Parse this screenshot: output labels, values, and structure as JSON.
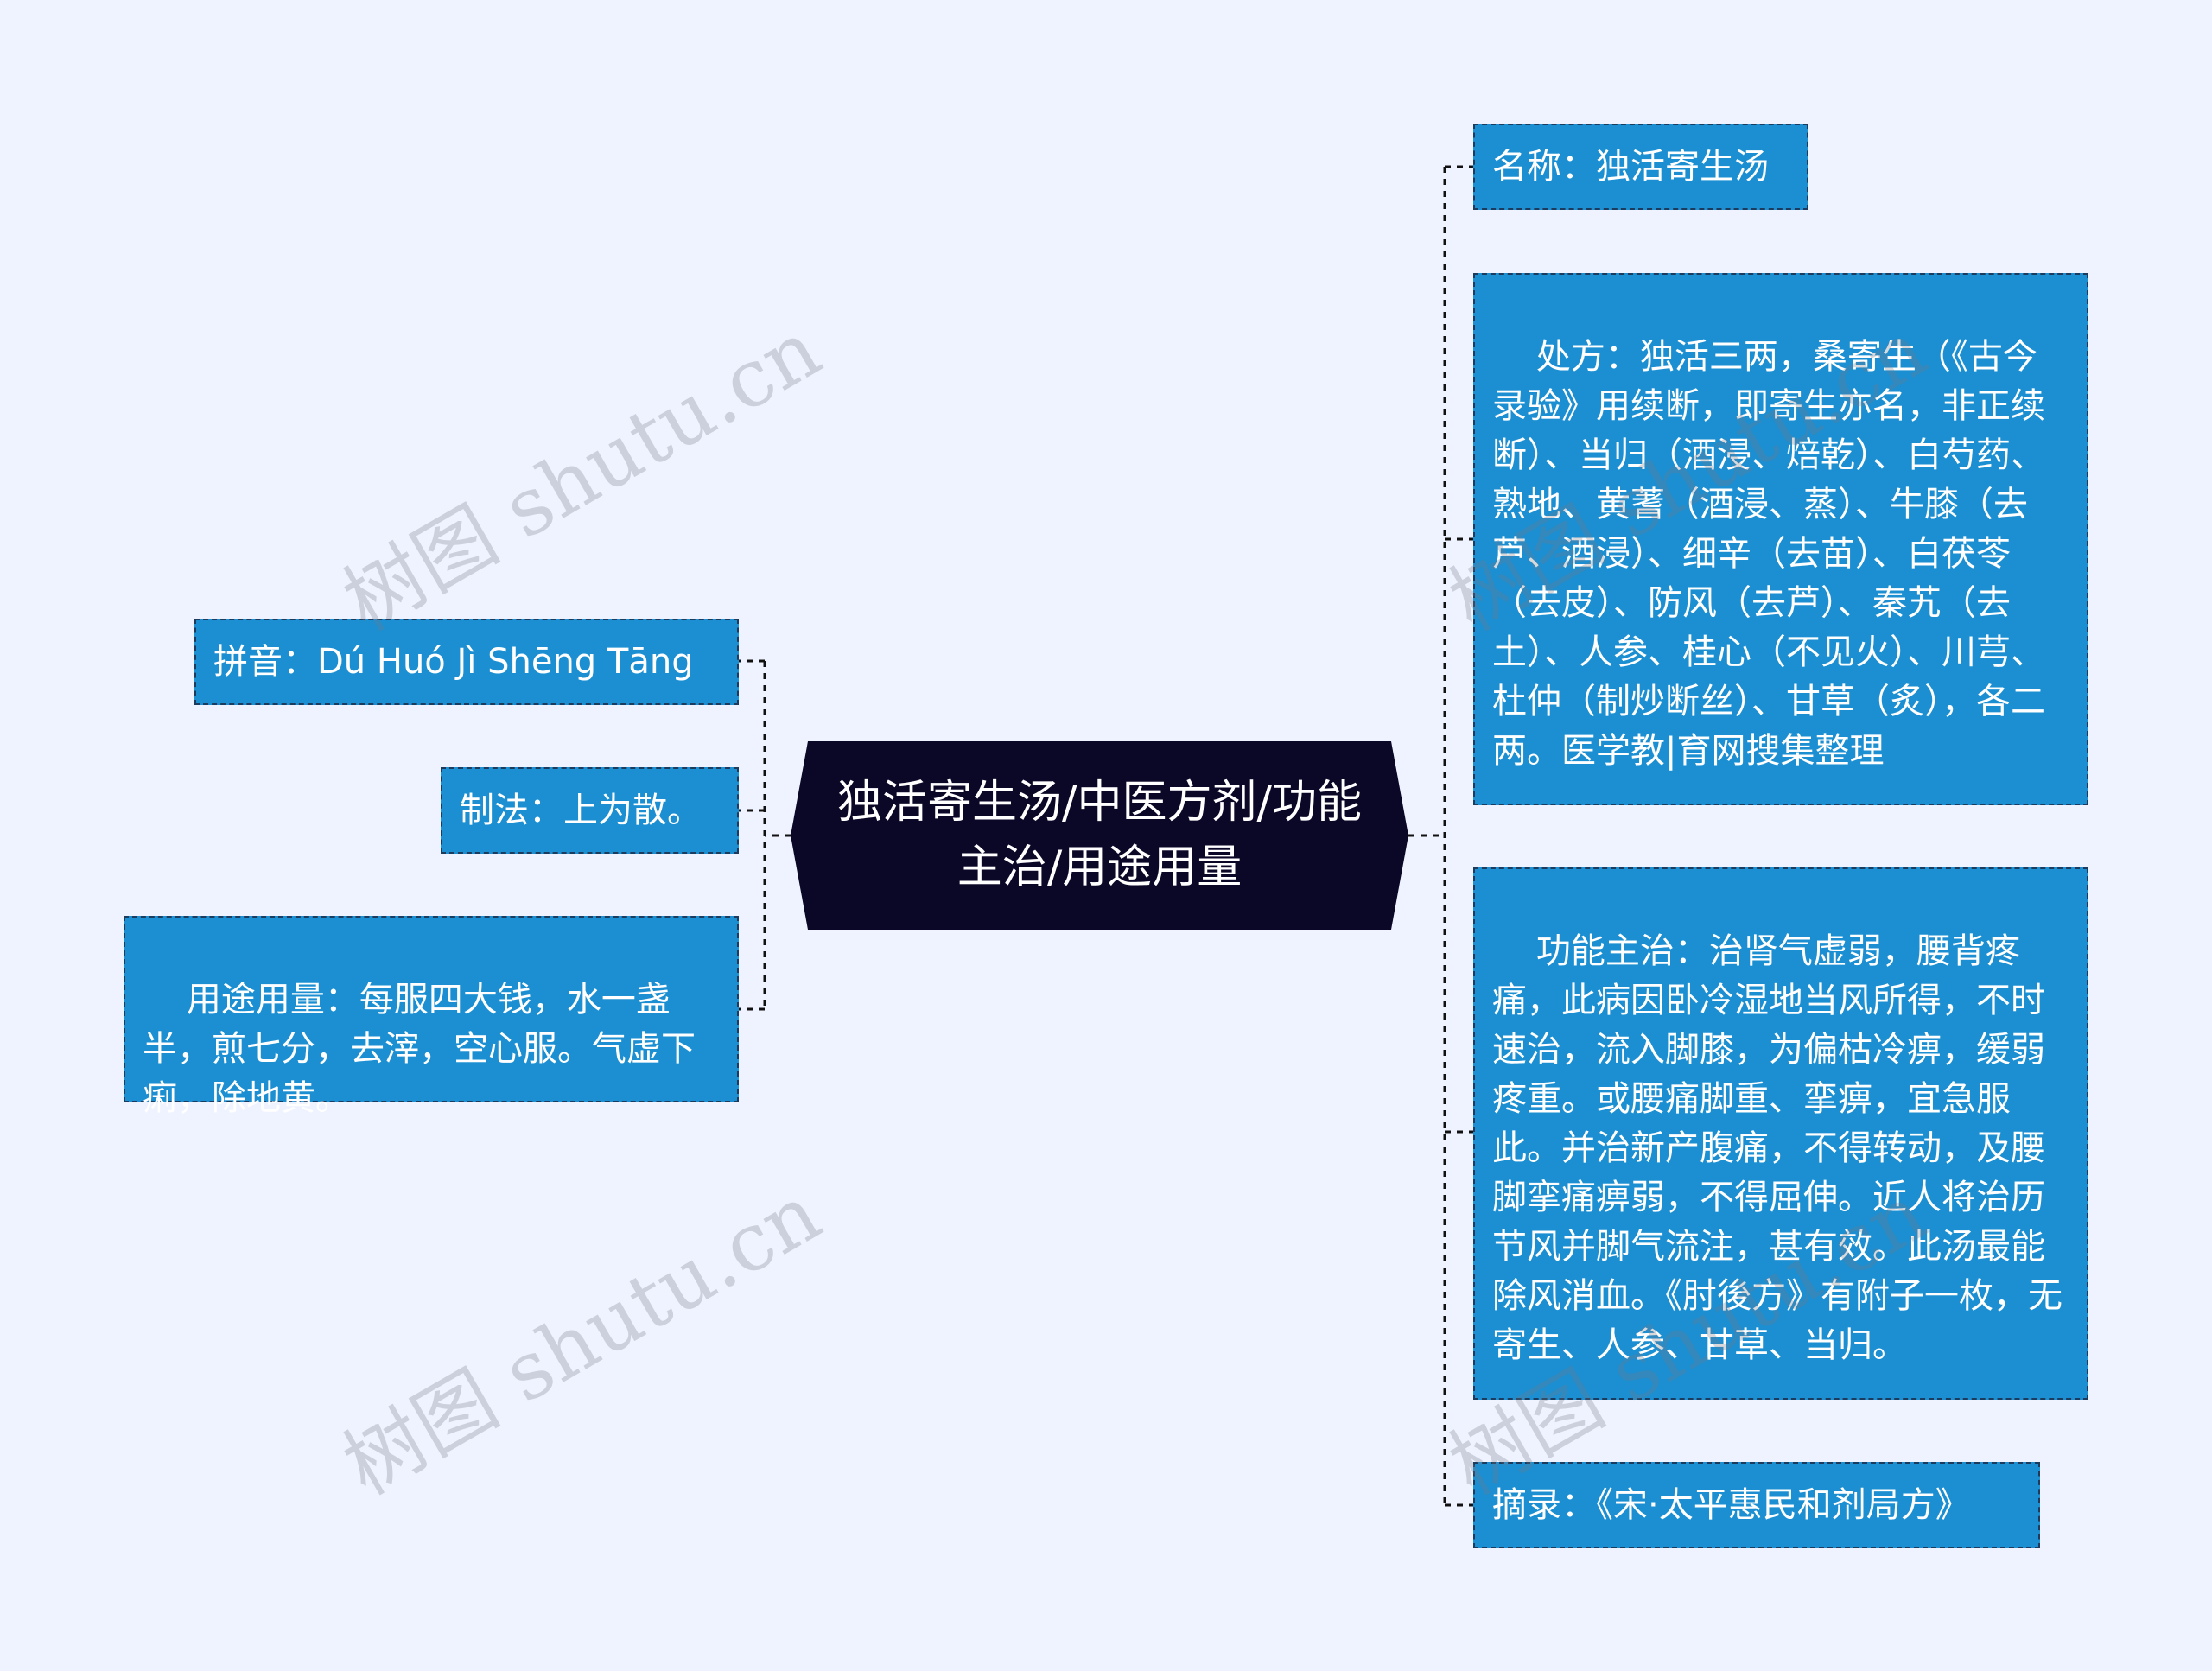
{
  "center": {
    "title": "独活寄生汤/中医方剂/功能主治/用途用量"
  },
  "left_nodes": [
    {
      "text": "拼音：Dú Huó Jì Shēng Tāng"
    },
    {
      "text": "制法：上为散。"
    },
    {
      "text": "用途用量：每服四大钱，水一盏半，煎七分，去滓，空心服。气虚下痢，除地黄。"
    }
  ],
  "right_nodes": [
    {
      "text": "名称：独活寄生汤"
    },
    {
      "text": "处方：独活三两，桑寄生（《古今录验》用续断，即寄生亦名，非正续断）、当归（酒浸、焙乾）、白芍药、熟地、黄蓍（酒浸、蒸）、牛膝（去芦、酒浸）、细辛（去苗）、白茯苓（去皮）、防风（去芦）、秦艽（去土）、人参、桂心（不见火）、川芎、杜仲（制炒断丝）、甘草（炙），各二两。医学教|育网搜集整理"
    },
    {
      "text": "功能主治：治肾气虚弱，腰背疼痛，此病因卧冷湿地当风所得，不时速治，流入脚膝，为偏枯冷痹，缓弱疼重。或腰痛脚重、挛痹，宜急服此。并治新产腹痛，不得转动，及腰脚挛痛痹弱，不得屈伸。近人将治历节风并脚气流注，甚有效。此汤最能除风消血。《肘後方》有附子一枚，无寄生、人参、甘草、当归。"
    },
    {
      "text": "摘录：《宋·太平惠民和剂局方》"
    }
  ],
  "watermarks": [
    "树图 shutu.cn",
    "树图 shutu.cn",
    "树图 shutu.cn",
    "树图 shutu.cn"
  ],
  "colors": {
    "background": "#eef3ff",
    "node_fill": "#1b8fd2",
    "node_border": "#1d3b5c",
    "center_fill": "#0b0727",
    "connector": "#111111"
  }
}
